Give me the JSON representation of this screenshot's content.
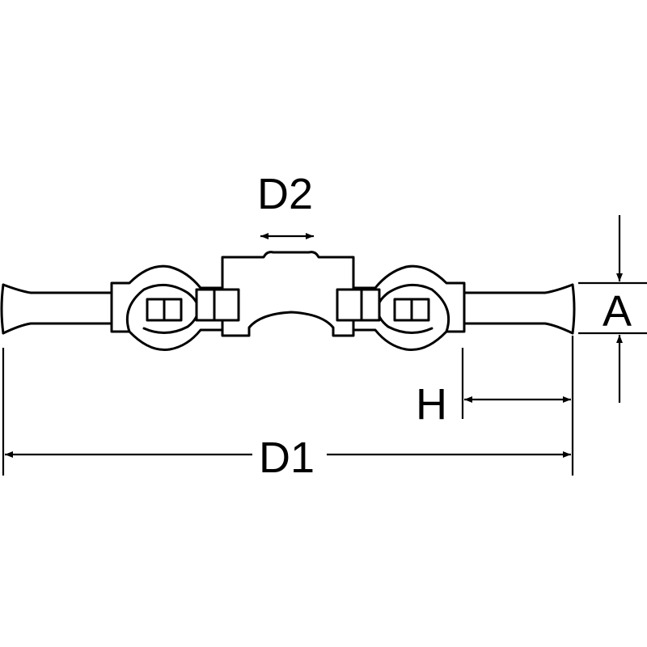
{
  "drawing": {
    "labels": {
      "d2": "D2",
      "d1": "D1",
      "a": "A",
      "h": "H"
    },
    "line_color": "#000000",
    "background_color": "#ffffff"
  }
}
